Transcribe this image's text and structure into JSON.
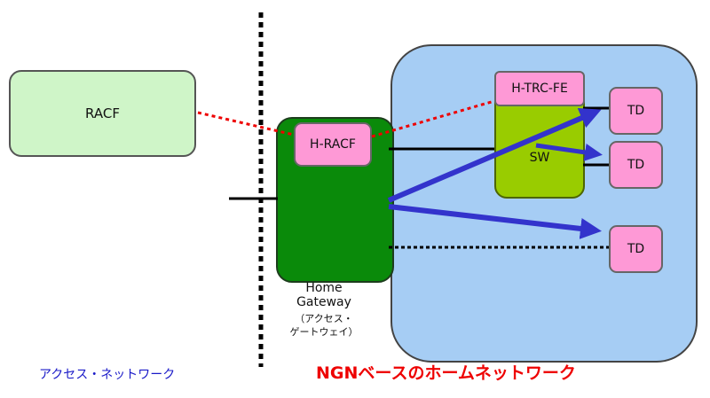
{
  "diagram": {
    "racf": "RACF",
    "h_racf": "H-RACF",
    "h_trc_fe": "H-TRC-FE",
    "sw": "SW",
    "td_labels": [
      "TD",
      "TD",
      "TD"
    ],
    "gateway_label_line1": "Home",
    "gateway_label_line2": "Gateway",
    "gateway_sublabel": "（アクセス・\nゲートウェイ）",
    "access_network_label": "アクセス・ネットワーク",
    "home_network_label": "NGNベースのホームネットワーク"
  },
  "colors": {
    "home_area": "#a6cdf4",
    "racf": "#cff5c8",
    "gateway": "#0a8a0a",
    "switch": "#99cc00",
    "function_box": "#fe99d6",
    "arrow": "#3333cc",
    "dotted_link": "#ee0000"
  }
}
